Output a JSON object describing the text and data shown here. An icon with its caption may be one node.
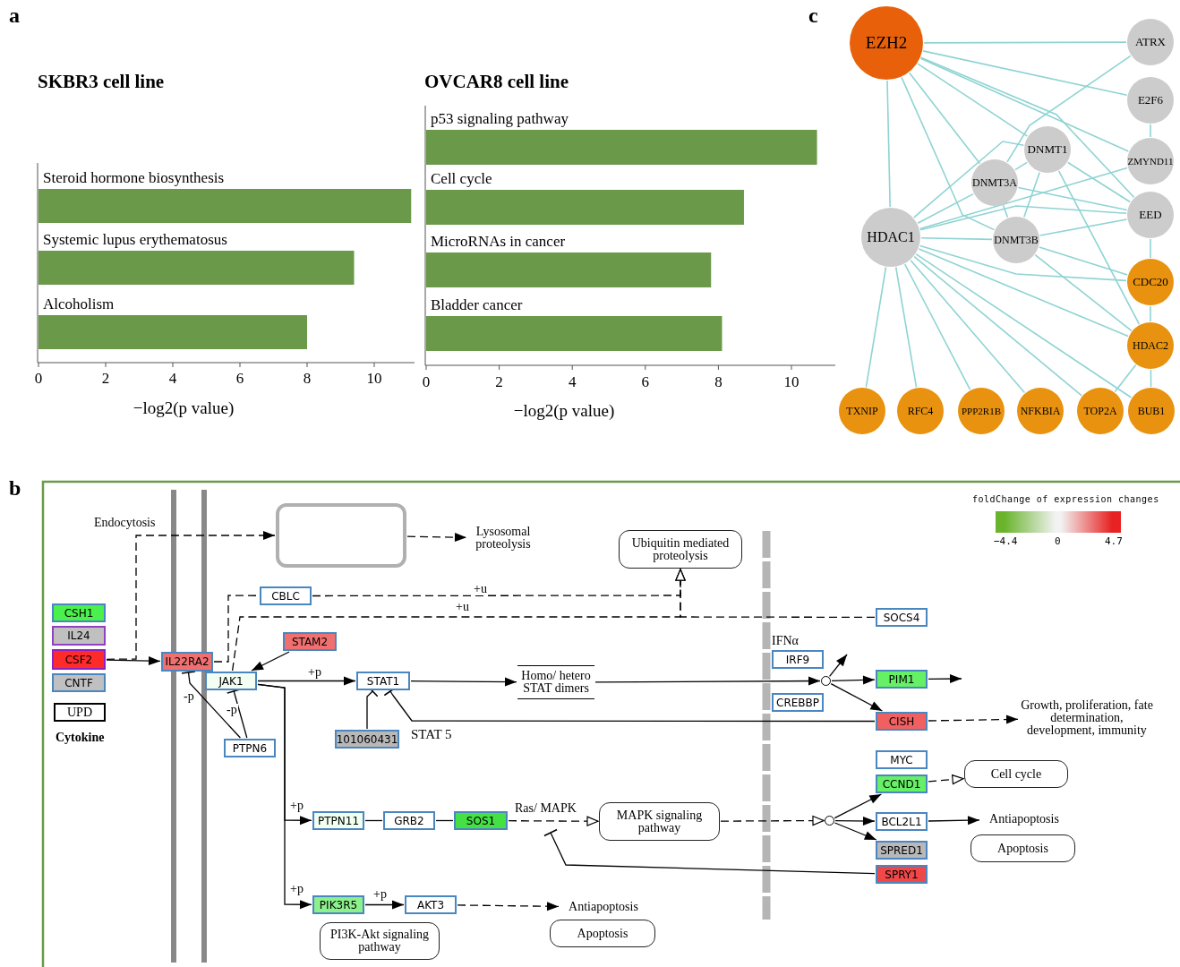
{
  "diagram": {
    "nodes": [
      {
        "text": [
          "EZH2"
        ]
      },
      {
        "text": [
          "ATRX"
        ]
      },
      {
        "text": [
          "E2F6"
        ]
      },
      {
        "text": [
          "DNMT1"
        ]
      },
      {
        "text": [
          "ZMYND11"
        ]
      },
      {
        "text": [
          "DNMT3A"
        ]
      },
      {
        "text": [
          "EED"
        ]
      },
      {
        "text": [
          "HDAC1"
        ]
      },
      {
        "text": [
          "DNMT3B"
        ]
      },
      {
        "text": [
          "CDC20"
        ]
      },
      {
        "text": [
          "HDAC2"
        ]
      },
      {
        "text": [
          "TXNIP"
        ]
      },
      {
        "text": [
          "RFC4"
        ]
      },
      {
        "text": [
          "PPP2R1B"
        ]
      },
      {
        "text": [
          "NFKBIA"
        ]
      },
      {
        "text": [
          "TOP2A"
        ]
      },
      {
        "text": [
          "BUB1"
        ]
      },
      {
        "text": [
          "CSH1"
        ]
      },
      {
        "text": [
          "IL24"
        ]
      },
      {
        "text": [
          "CSF2"
        ]
      },
      {
        "text": [
          "CNTF"
        ]
      },
      {
        "text": [
          "UPD"
        ]
      },
      {
        "text": [],
        "shape": "box"
      },
      {
        "text": [
          "Lysosomal proteolysis"
        ]
      },
      {
        "text": [
          "Ubiquitin mediated proteolysis"
        ]
      },
      {
        "text": [
          "IL22RA2"
        ]
      },
      {
        "text": [
          "CBLC"
        ]
      },
      {
        "text": [
          "SOCS4"
        ]
      },
      {
        "text": [
          "STAM2"
        ]
      },
      {
        "text": [
          "JAK1"
        ]
      },
      {
        "text": [
          "STAT1"
        ]
      },
      {
        "text": [
          "Homo/ hetero STAT dimers"
        ]
      },
      {
        "text": [],
        "shape": "circle"
      },
      {
        "text": [
          "IRF9"
        ]
      },
      {
        "text": [
          "CREBBP"
        ]
      },
      {
        "text": [
          "PIM1"
        ]
      },
      {
        "text": [
          "CISH"
        ]
      },
      {
        "text": [
          "Growth, proliferation, fate determination, development, immunity"
        ]
      },
      {
        "text": [
          "PTPN6"
        ]
      },
      {
        "text": [
          "101060431"
        ]
      },
      {
        "text": [
          "MYC"
        ]
      },
      {
        "text": [
          "CCND1"
        ]
      },
      {
        "text": [
          "Cell cycle"
        ]
      },
      {
        "text": [
          "PTPN11"
        ]
      },
      {
        "text": [
          "GRB2"
        ]
      },
      {
        "text": [
          "SOS1"
        ]
      },
      {
        "text": [
          "MAPK signaling pathway"
        ]
      },
      {
        "text": [],
        "shape": "circle"
      },
      {
        "text": [
          "BCL2L1"
        ]
      },
      {
        "text": [
          "Antiapoptosis"
        ]
      },
      {
        "text": [
          "Apoptosis"
        ]
      },
      {
        "text": [
          "SPRED1"
        ]
      },
      {
        "text": [
          "SPRY1"
        ]
      },
      {
        "text": [
          "PIK3R5"
        ]
      },
      {
        "text": [
          "AKT3"
        ]
      },
      {
        "text": [
          "Antiapoptosis"
        ]
      },
      {
        "text": [
          "Apoptosis"
        ]
      },
      {
        "text": [
          "PI3K-Akt signaling pathway"
        ]
      }
    ],
    "edges": [
      {
        "from": 0,
        "to": 1,
        "arrow": "none"
      },
      {
        "from": 0,
        "to": 2,
        "arrow": "none"
      },
      {
        "from": 0,
        "to": 4,
        "arrow": "none"
      },
      {
        "from": 0,
        "to": 3,
        "arrow": "none"
      },
      {
        "from": 0,
        "to": 6,
        "arrow": "none"
      },
      {
        "from": 0,
        "to": 5,
        "arrow": "none"
      },
      {
        "from": 0,
        "to": 8,
        "arrow": "none"
      },
      {
        "from": 0,
        "to": 7,
        "arrow": "none"
      },
      {
        "from": 1,
        "to": 5,
        "arrow": "none"
      },
      {
        "from": 2,
        "to": 4,
        "arrow": "none"
      },
      {
        "from": 3,
        "to": 5,
        "arrow": "none"
      },
      {
        "from": 3,
        "to": 8,
        "arrow": "none"
      },
      {
        "from": 3,
        "to": 6,
        "arrow": "none"
      },
      {
        "from": 3,
        "to": 10,
        "arrow": "none"
      },
      {
        "from": 3,
        "to": 7,
        "arrow": "none"
      },
      {
        "from": 5,
        "to": 6,
        "arrow": "none"
      },
      {
        "from": 5,
        "to": 8,
        "arrow": "none"
      },
      {
        "from": 5,
        "to": 7,
        "arrow": "none"
      },
      {
        "from": 4,
        "to": 7,
        "arrow": "none"
      },
      {
        "from": 6,
        "to": 7,
        "arrow": "none"
      },
      {
        "from": 6,
        "to": 8,
        "arrow": "none"
      },
      {
        "from": 6,
        "to": 9,
        "arrow": "none"
      },
      {
        "from": 7,
        "to": 8,
        "arrow": "none"
      },
      {
        "from": 7,
        "to": 9,
        "arrow": "none"
      },
      {
        "from": 7,
        "to": 10,
        "arrow": "none"
      },
      {
        "from": 7,
        "to": 11,
        "arrow": "none"
      },
      {
        "from": 7,
        "to": 12,
        "arrow": "none"
      },
      {
        "from": 7,
        "to": 13,
        "arrow": "none"
      },
      {
        "from": 7,
        "to": 14,
        "arrow": "none"
      },
      {
        "from": 7,
        "to": 15,
        "arrow": "none"
      },
      {
        "from": 7,
        "to": 16,
        "arrow": "none"
      },
      {
        "from": 8,
        "to": 9,
        "arrow": "none"
      },
      {
        "from": 8,
        "to": 10,
        "arrow": "none"
      },
      {
        "from": 9,
        "to": 10,
        "arrow": "none"
      },
      {
        "from": 10,
        "to": 15,
        "arrow": "none"
      },
      {
        "from": 10,
        "to": 16,
        "arrow": "none"
      },
      {
        "from": 19,
        "to": 25,
        "arrow": "to",
        "color": "#000000"
      },
      {
        "from": 19,
        "to": 22,
        "arrow": "to",
        "label": "Endocytosis",
        "style": "dashed",
        "color": "#000000"
      },
      {
        "from": 22,
        "to": 23,
        "arrow": "to",
        "style": "dashed",
        "color": "#000000"
      },
      {
        "from": 25,
        "to": 26,
        "arrow": "none",
        "style": "dashed",
        "color": "#000000"
      },
      {
        "from": 26,
        "to": 24,
        "arrow": "to",
        "label": "+u",
        "style": "dashed",
        "color": "#000000"
      },
      {
        "from": 29,
        "to": 24,
        "arrow": "to",
        "label": "+u",
        "style": "dashed",
        "color": "#000000"
      },
      {
        "from": 27,
        "to": 24,
        "arrow": "to",
        "style": "dashed",
        "color": "#000000"
      },
      {
        "from": 38,
        "to": 25,
        "arrow": "other",
        "label": "-p",
        "color": "#000000"
      },
      {
        "from": 38,
        "to": 29,
        "arrow": "other",
        "label": "-p",
        "color": "#000000"
      },
      {
        "from": 28,
        "to": 29,
        "arrow": "to",
        "color": "#000000"
      },
      {
        "from": 29,
        "to": 30,
        "arrow": "to",
        "label": "+p",
        "color": "#000000"
      },
      {
        "from": 30,
        "to": 31,
        "arrow": "to",
        "color": "#000000"
      },
      {
        "from": 31,
        "to": 32,
        "arrow": "to",
        "color": "#000000"
      },
      {
        "from": 32,
        "to": 35,
        "arrow": "to",
        "color": "#000000"
      },
      {
        "from": 32,
        "to": null,
        "arrow": "to",
        "color": "#000000"
      },
      {
        "from": 32,
        "to": 36,
        "arrow": "to",
        "color": "#000000"
      },
      {
        "from": 35,
        "to": null,
        "arrow": "to",
        "color": "#000000"
      },
      {
        "from": 36,
        "to": 37,
        "arrow": "to",
        "style": "dashed",
        "color": "#000000"
      },
      {
        "from": 36,
        "to": 30,
        "arrow": "other",
        "color": "#000000"
      },
      {
        "from": 39,
        "to": 30,
        "arrow": "other",
        "color": "#000000"
      },
      {
        "from": 29,
        "to": 43,
        "arrow": "to",
        "label": "+p",
        "color": "#000000"
      },
      {
        "from": 29,
        "to": 53,
        "arrow": "to",
        "label": "+p",
        "color": "#000000"
      },
      {
        "from": 43,
        "to": 44,
        "arrow": "none",
        "color": "#000000"
      },
      {
        "from": 44,
        "to": 45,
        "arrow": "none",
        "color": "#000000"
      },
      {
        "from": 45,
        "to": 46,
        "arrow": "to",
        "label": "Ras/ MAPK",
        "style": "dashed",
        "color": "#000000"
      },
      {
        "from": 46,
        "to": 47,
        "arrow": "to",
        "style": "dashed",
        "color": "#000000"
      },
      {
        "from": 47,
        "to": 41,
        "arrow": "to",
        "color": "#000000"
      },
      {
        "from": 47,
        "to": 48,
        "arrow": "to",
        "color": "#000000"
      },
      {
        "from": 47,
        "to": 51,
        "arrow": "to",
        "color": "#000000"
      },
      {
        "from": 41,
        "to": 42,
        "arrow": "to",
        "style": "dashed",
        "color": "#000000"
      },
      {
        "from": 48,
        "to": 49,
        "arrow": "to",
        "color": "#000000"
      },
      {
        "from": 52,
        "to": null,
        "arrow": "other",
        "color": "#000000"
      },
      {
        "from": 53,
        "to": 54,
        "arrow": "to",
        "label": "+p",
        "color": "#000000"
      },
      {
        "from": 54,
        "to": 55,
        "arrow": "to",
        "style": "dashed",
        "color": "#000000"
      }
    ],
    "labels": [
      "a",
      "b",
      "c",
      "Cytokine",
      "IFNα",
      "STAT 5",
      "foldChange of expression changes"
    ],
    "legend": [
      {
        "text": "−4.4",
        "color": "#6ab42d"
      },
      {
        "text": "0",
        "color": "#f2f2f2"
      },
      {
        "text": "4.7",
        "color": "#e82222"
      }
    ],
    "chart_data": [
      {
        "type": "bar",
        "orientation": "horizontal",
        "title": "SKBR3 cell line",
        "xlabel": "−log2(p value)",
        "categories": [
          "Steroid hormone biosynthesis",
          "Systemic lupus erythematosus",
          "Alcoholism"
        ],
        "values": [
          11.1,
          9.4,
          8.0
        ],
        "xlim": [
          0,
          11.2
        ],
        "xticks": [
          0,
          2,
          4,
          6,
          8,
          10
        ]
      },
      {
        "type": "bar",
        "orientation": "horizontal",
        "title": "OVCAR8 cell line",
        "xlabel": "−log2(p value)",
        "categories": [
          "p53 signaling pathway",
          "Cell cycle",
          "MicroRNAs in cancer",
          "Bladder cancer"
        ],
        "values": [
          10.7,
          8.7,
          7.8,
          8.1
        ],
        "xlim": [
          0,
          11.2
        ],
        "xticks": [
          0,
          2,
          4,
          6,
          8,
          10
        ]
      }
    ]
  }
}
